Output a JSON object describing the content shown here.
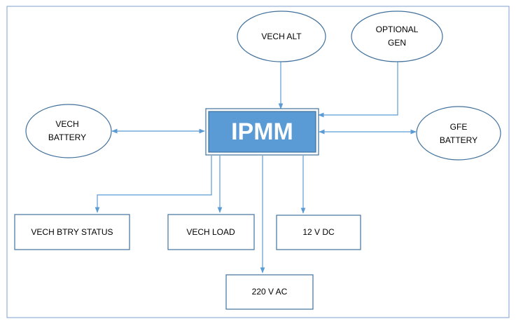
{
  "colors": {
    "frame": "#7f9fd0",
    "node_border": "#41719c",
    "arrow": "#5b9bd5",
    "hub_fill": "#5b9bd5",
    "hub_text": "#ffffff",
    "text": "#000000"
  },
  "nodes": {
    "hub": "IPMM",
    "vech_alt": "VECH ALT",
    "optional_gen": [
      "OPTIONAL",
      "GEN"
    ],
    "vech_battery": [
      "VECH",
      "BATTERY"
    ],
    "gfe_battery": [
      "GFE",
      "BATTERY"
    ],
    "vech_btry_status": "VECH BTRY STATUS",
    "vech_load": "VECH LOAD",
    "dc_12v": "12 V DC",
    "ac_220v": "220 V AC"
  }
}
